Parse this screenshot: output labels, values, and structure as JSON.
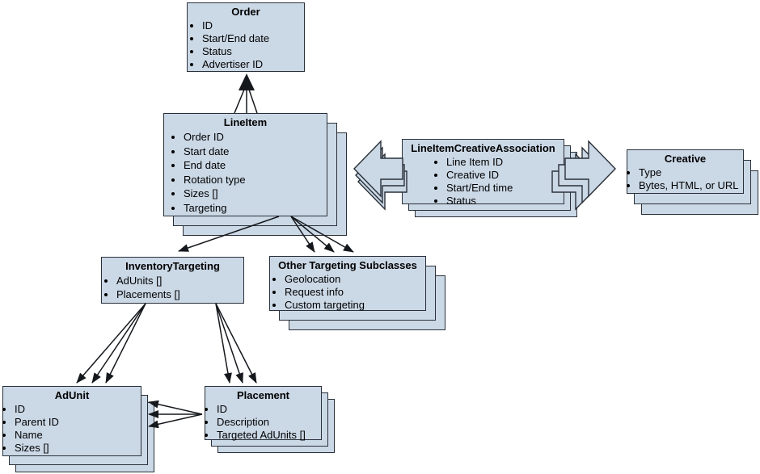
{
  "diagram": {
    "title": "Ad server object model diagram",
    "colors": {
      "box_fill": "#cbd8e6",
      "box_border": "#2a3038",
      "arrow": "#15181c",
      "background": "#ffffff"
    },
    "entities": {
      "order": {
        "title": "Order",
        "items": [
          "ID",
          "Start/End date",
          "Status",
          "Advertiser ID"
        ]
      },
      "line_item": {
        "title": "LineItem",
        "items": [
          "Order ID",
          "Start date",
          "End date",
          "Rotation type",
          "Sizes []",
          "Targeting"
        ]
      },
      "lica": {
        "title": "LineItemCreativeAssociation",
        "items": [
          "Line Item ID",
          "Creative ID",
          "Start/End time",
          "Status"
        ]
      },
      "creative": {
        "title": "Creative",
        "items": [
          "Type",
          "Bytes, HTML, or URL"
        ]
      },
      "inventory_targeting": {
        "title": "InventoryTargeting",
        "items": [
          "AdUnits []",
          "Placements []"
        ]
      },
      "other_targeting": {
        "title": "Other Targeting Subclasses",
        "items": [
          "Geolocation",
          "Request info",
          "Custom targeting"
        ]
      },
      "ad_unit": {
        "title": "AdUnit",
        "items": [
          "ID",
          "Parent ID",
          "Name",
          "Sizes []"
        ]
      },
      "placement": {
        "title": "Placement",
        "items": [
          "ID",
          "Description",
          "Targeted AdUnits []"
        ]
      }
    }
  }
}
